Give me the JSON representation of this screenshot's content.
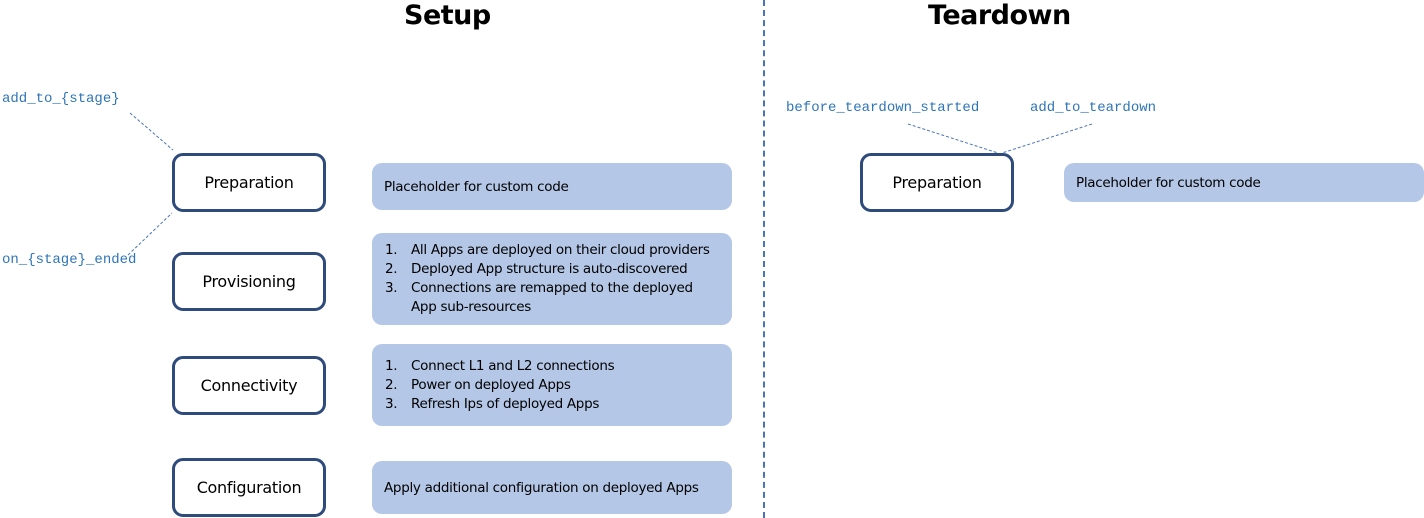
{
  "setup": {
    "title": "Setup",
    "hooks": {
      "before": "add_to_{stage}",
      "after": "on_{stage}_ended"
    },
    "stages": [
      {
        "name": "Preparation",
        "description": "Placeholder for custom code",
        "steps": []
      },
      {
        "name": "Provisioning",
        "description": "",
        "steps": [
          {
            "num": "1.",
            "text": "All Apps are deployed on their cloud providers"
          },
          {
            "num": "2.",
            "text": "Deployed App structure is auto-discovered"
          },
          {
            "num": "3.",
            "text": "Connections are remapped to the deployed"
          },
          {
            "num": "",
            "text": "App sub-resources"
          }
        ]
      },
      {
        "name": "Connectivity",
        "description": "",
        "steps": [
          {
            "num": "1.",
            "text": "Connect L1 and L2 connections"
          },
          {
            "num": "2.",
            "text": "Power on deployed Apps"
          },
          {
            "num": "3.",
            "text": "Refresh Ips of deployed Apps"
          }
        ]
      },
      {
        "name": "Configuration",
        "description": "Apply additional configuration on deployed Apps",
        "steps": []
      }
    ]
  },
  "teardown": {
    "title": "Teardown",
    "hooks": {
      "before_started": "before_teardown_started",
      "add_to": "add_to_teardown"
    },
    "stages": [
      {
        "name": "Preparation",
        "description": "Placeholder for custom code"
      }
    ]
  },
  "colors": {
    "stage_border": "#2f4b7c",
    "description_fill": "#b4c7e7",
    "hook_text": "#2e75b6",
    "divider": "#4a74b8"
  }
}
